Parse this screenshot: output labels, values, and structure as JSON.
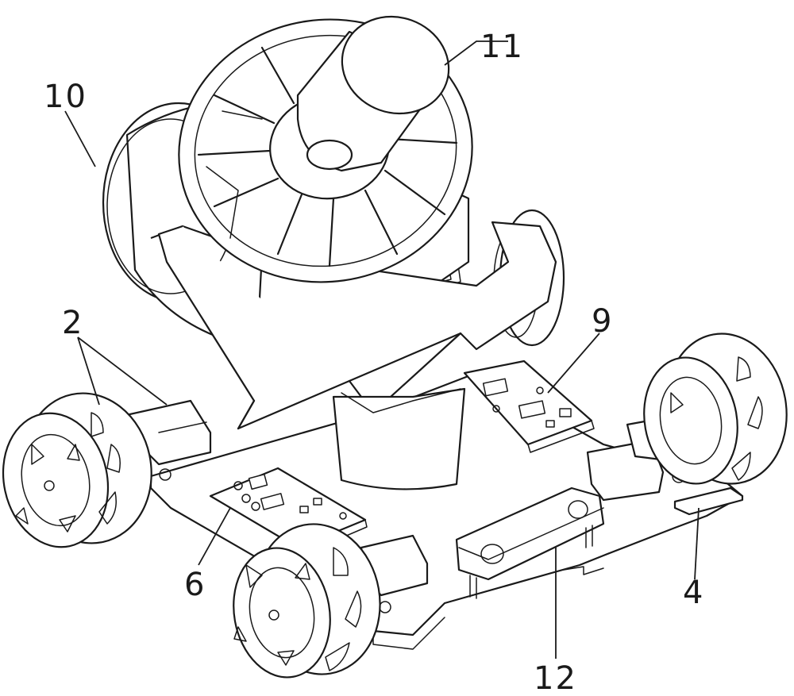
{
  "callouts": [
    {
      "id": "2",
      "text": "2"
    },
    {
      "id": "4",
      "text": "4"
    },
    {
      "id": "6",
      "text": "6"
    },
    {
      "id": "9",
      "text": "9"
    },
    {
      "id": "10",
      "text": "10"
    },
    {
      "id": "11",
      "text": "11"
    },
    {
      "id": "12",
      "text": "12"
    }
  ]
}
